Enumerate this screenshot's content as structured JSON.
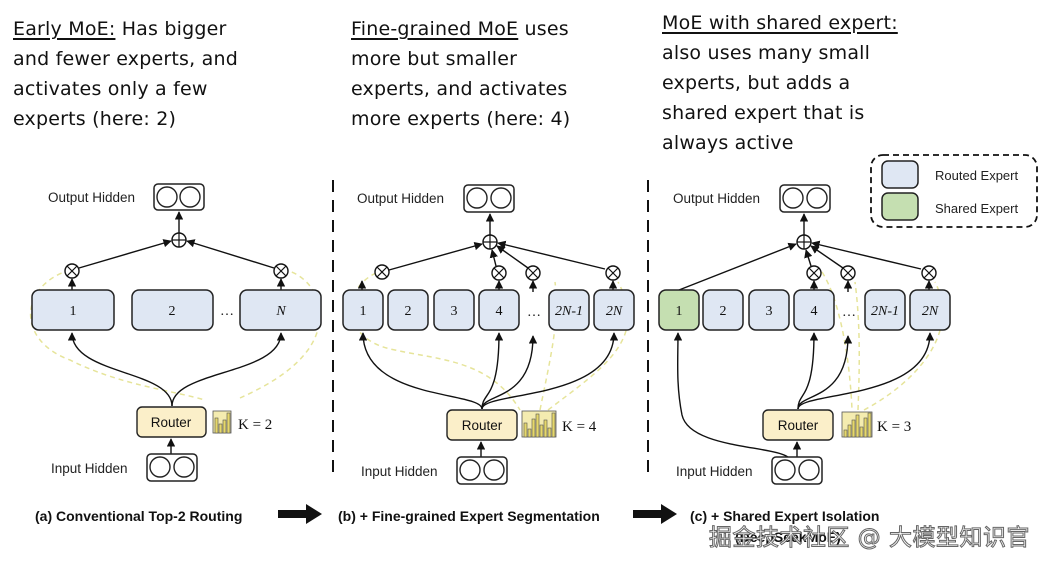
{
  "annotations": [
    {
      "title": "Early MoE:",
      "lines": [
        " Has bigger",
        "and fewer experts, and",
        "activates only a few",
        "experts (here: 2)"
      ]
    },
    {
      "title": "Fine-grained MoE",
      "lines": [
        " uses",
        "more but smaller",
        "experts, and activates",
        "more experts (here: 4)"
      ]
    },
    {
      "title": "MoE with shared expert:",
      "lines": [
        "",
        "also uses many small",
        "experts, but adds a",
        "shared expert that is",
        "always active"
      ]
    }
  ],
  "legend": {
    "routed": "Routed Expert",
    "shared": "Shared Expert"
  },
  "colors": {
    "routed": "#dfe7f3",
    "shared": "#c5dfb1",
    "router": "#fbefc9",
    "dashed_gate": "#e6e49a"
  },
  "common": {
    "output_hidden": "Output Hidden",
    "input_hidden": "Input Hidden",
    "router": "Router",
    "ellipsis": "…"
  },
  "panels": [
    {
      "experts": [
        "1",
        "2",
        "N"
      ],
      "k": "K = 2",
      "caption": "(a) Conventional Top-2 Routing"
    },
    {
      "experts": [
        "1",
        "2",
        "3",
        "4",
        "2N-1",
        "2N"
      ],
      "k": "K = 4",
      "caption": "(b) + Fine-grained Expert Segmentation"
    },
    {
      "experts": [
        "1",
        "2",
        "3",
        "4",
        "2N-1",
        "2N"
      ],
      "k": "K = 3",
      "caption": "(c) + Shared Expert Isolation",
      "caption_sub": "(DeepSeekMoE)"
    }
  ],
  "watermark": "掘金技术社区 @ 大模型知识官"
}
